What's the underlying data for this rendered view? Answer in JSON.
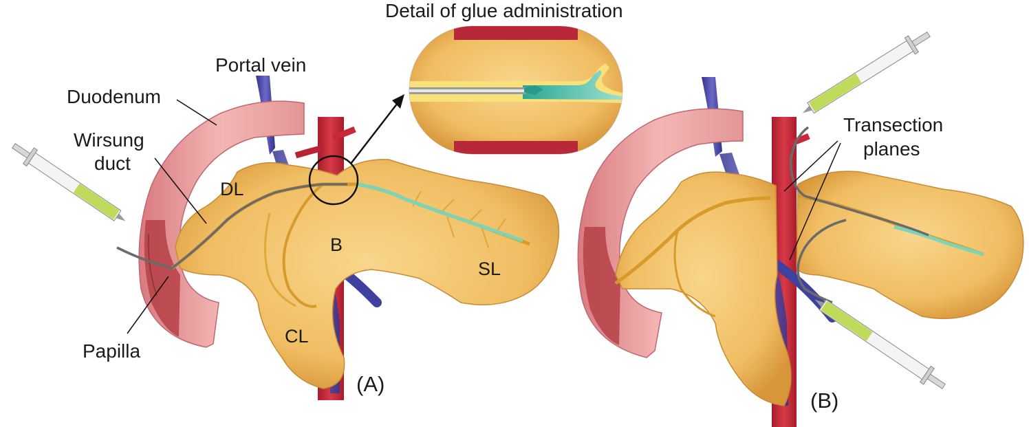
{
  "header": {
    "detail_title": "Detail of glue administration"
  },
  "panel_a": {
    "tag": "(A)",
    "labels": {
      "portal_vein": "Portal vein",
      "duodenum": "Duodenum",
      "wirsung_line1": "Wirsung",
      "wirsung_line2": "duct",
      "dl": "DL",
      "b": "B",
      "sl": "SL",
      "cl": "CL",
      "papilla": "Papilla"
    }
  },
  "panel_b": {
    "tag": "(B)",
    "labels": {
      "transection_line1": "Transection",
      "transection_line2": "planes"
    }
  },
  "colors": {
    "pancreas": "#f2c46e",
    "pancreas_shade": "#d99a3a",
    "duodenum": "#eaa0a0",
    "duodenum_inner": "#b8454a",
    "aorta": "#c8283a",
    "portal_vein": "#4a4aa8",
    "duct": "#e8b040",
    "glue": "#4ec0a8",
    "syringe_fluid": "#b8d84a"
  }
}
